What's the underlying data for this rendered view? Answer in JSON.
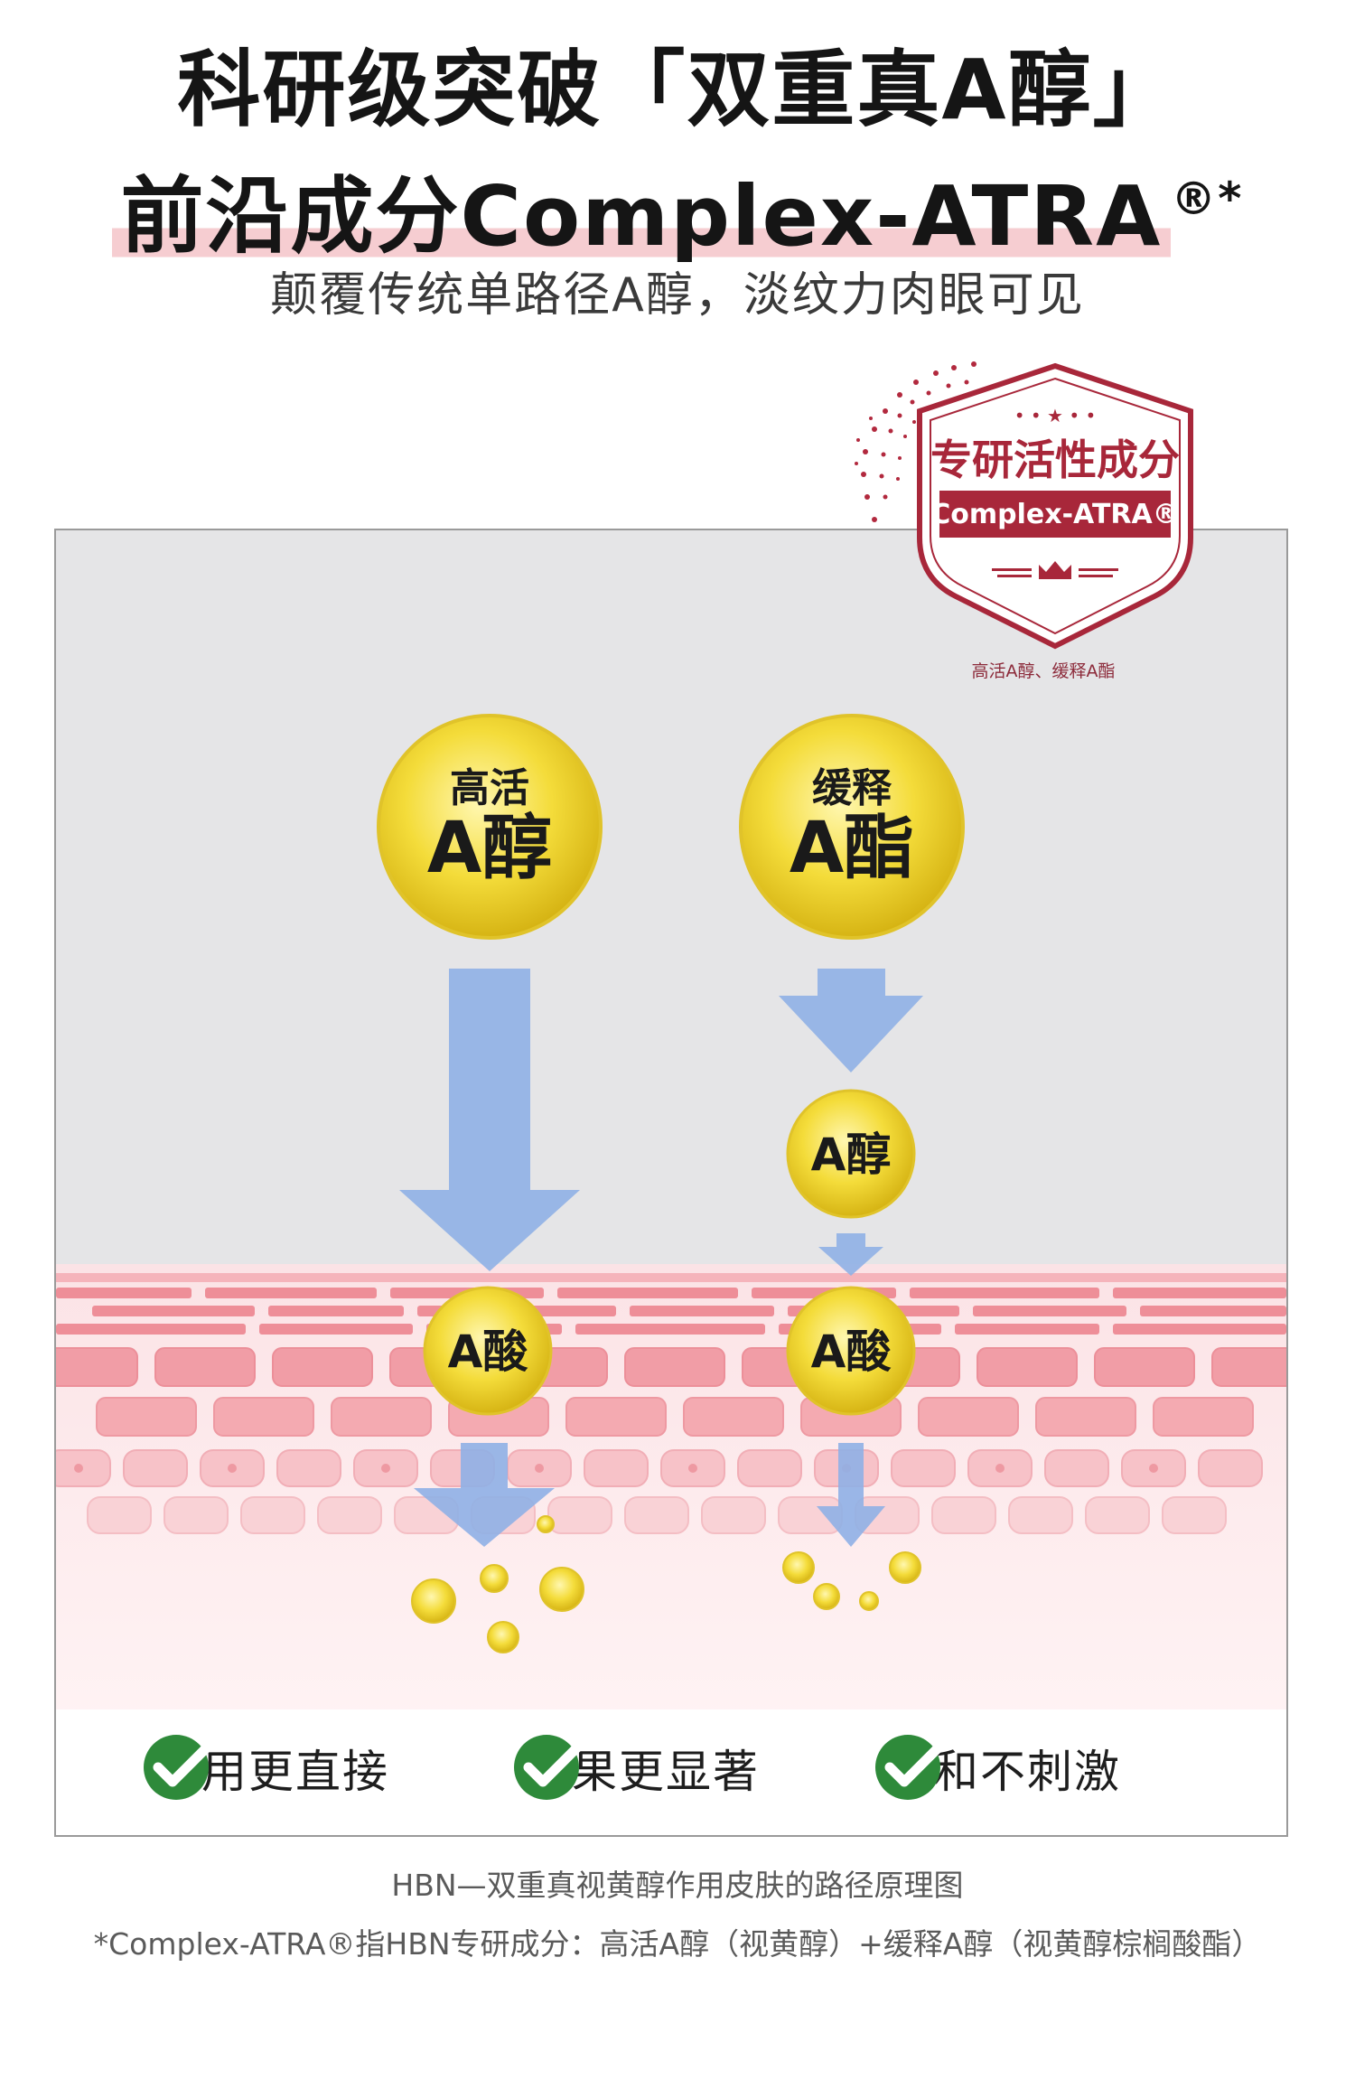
{
  "headline": {
    "line1": "科研级突破「双重真A醇」",
    "line2_text": "前沿成分Complex-ATRA",
    "line2_mark": "®*"
  },
  "subtitle": "颠覆传统单路径A醇，淡纹力肉眼可见",
  "badge": {
    "title": "专研活性成分",
    "ribbon": "Complex-ATRA®",
    "note": "高活A醇、缓释A酯"
  },
  "pathway_left": {
    "top_line1": "高活",
    "top_line2": "A醇",
    "bottom": "A酸"
  },
  "pathway_right": {
    "top_line1": "缓释",
    "top_line2": "A酯",
    "middle": "A醇",
    "bottom": "A酸"
  },
  "benefits": [
    {
      "label": "作用更直接",
      "icon": "check-icon"
    },
    {
      "label": "效果更显著",
      "icon": "check-icon"
    },
    {
      "label": "温和不刺激",
      "icon": "check-icon"
    }
  ],
  "caption": "HBN—双重真视黄醇作用皮肤的路径原理图",
  "footnote": "*Complex-ATRA®指HBN专研成分：高活A醇（视黄醇）+缓释A醇（视黄醇棕榈酸酯）",
  "colors": {
    "accent_red": "#a8273a",
    "ball_yellow": "#f4dc3a",
    "arrow_blue": "#8fb0e6",
    "skin_pink": "#f3a4ac",
    "check_green": "#2e8a3a"
  }
}
